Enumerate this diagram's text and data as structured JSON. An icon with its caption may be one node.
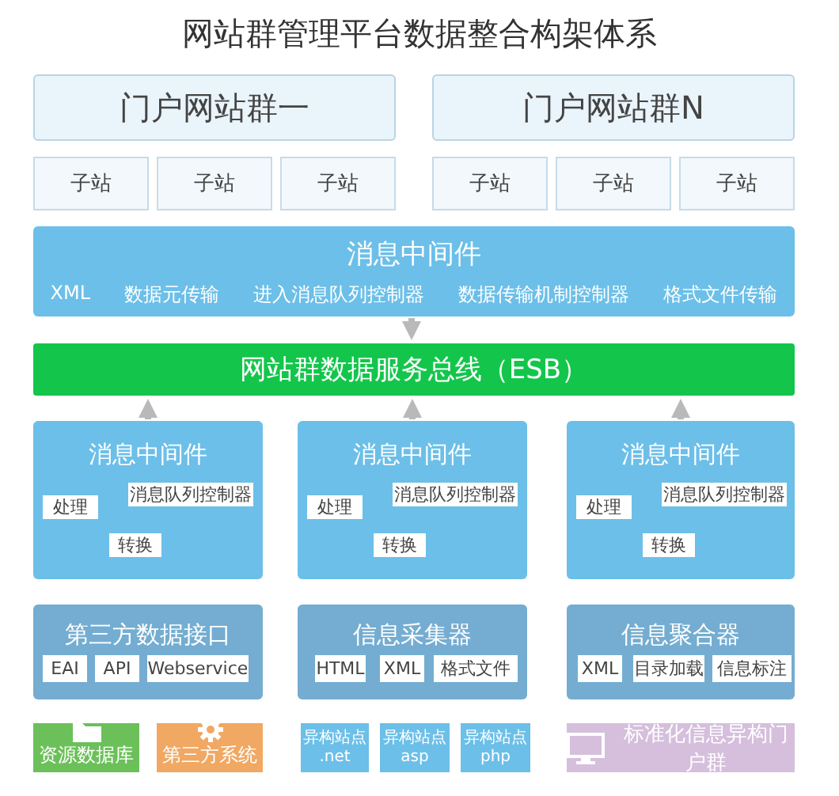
{
  "diagram": {
    "title": "网站群管理平台数据整合构架体系",
    "nodes": [
      {
        "text": [
          "门户网站群一"
        ]
      },
      {
        "text": [
          "门户网站群N"
        ]
      },
      {
        "text": [
          "子站"
        ]
      },
      {
        "text": [
          "子站"
        ]
      },
      {
        "text": [
          "子站"
        ]
      },
      {
        "text": [
          "子站"
        ]
      },
      {
        "text": [
          "子站"
        ]
      },
      {
        "text": [
          "子站"
        ]
      },
      {
        "text": [
          "消息中间件",
          "XML",
          "数据元传输",
          "进入消息队列控制器",
          "数据传输机制控制器",
          "格式文件传输"
        ]
      },
      {
        "text": [
          "网站群数据服务总线（ESB）"
        ]
      },
      {
        "text": [
          "消息中间件"
        ]
      },
      {
        "text": [
          "处理"
        ],
        "in": 10
      },
      {
        "text": [
          "消息队列控制器"
        ],
        "in": 10
      },
      {
        "text": [
          "转换"
        ],
        "in": 10
      },
      {
        "text": [
          "消息中间件"
        ]
      },
      {
        "text": [
          "处理"
        ],
        "in": 14
      },
      {
        "text": [
          "消息队列控制器"
        ],
        "in": 14
      },
      {
        "text": [
          "转换"
        ],
        "in": 14
      },
      {
        "text": [
          "消息中间件"
        ]
      },
      {
        "text": [
          "处理"
        ],
        "in": 18
      },
      {
        "text": [
          "消息队列控制器"
        ],
        "in": 18
      },
      {
        "text": [
          "转换"
        ],
        "in": 18
      },
      {
        "text": [
          "第三方数据接口"
        ]
      },
      {
        "text": [
          "EAI"
        ],
        "in": 22
      },
      {
        "text": [
          "API"
        ],
        "in": 22
      },
      {
        "text": [
          "Webservice"
        ],
        "in": 22
      },
      {
        "text": [
          "信息采集器"
        ]
      },
      {
        "text": [
          "HTML"
        ],
        "in": 26
      },
      {
        "text": [
          "XML"
        ],
        "in": 26
      },
      {
        "text": [
          "格式文件"
        ],
        "in": 26
      },
      {
        "text": [
          "信息聚合器"
        ]
      },
      {
        "text": [
          "XML"
        ],
        "in": 30
      },
      {
        "text": [
          "目录加载"
        ],
        "in": 30
      },
      {
        "text": [
          "信息标注"
        ],
        "in": 30
      },
      {
        "text": [
          "资源数据库"
        ]
      },
      {
        "text": [
          "第三方系统"
        ]
      },
      {
        "text": [
          "异构站点 .net"
        ]
      },
      {
        "text": [
          "异构站点 asp"
        ]
      },
      {
        "text": [
          "异构站点 php"
        ]
      },
      {
        "text": [
          "标准化信息异构门户群"
        ]
      }
    ],
    "edges": [
      {
        "from": 8,
        "to": 9,
        "arrow": "to"
      },
      {
        "from": 10,
        "to": 9,
        "arrow": "to"
      },
      {
        "from": 14,
        "to": 9,
        "arrow": "to"
      },
      {
        "from": 18,
        "to": 9,
        "arrow": "to"
      }
    ]
  }
}
